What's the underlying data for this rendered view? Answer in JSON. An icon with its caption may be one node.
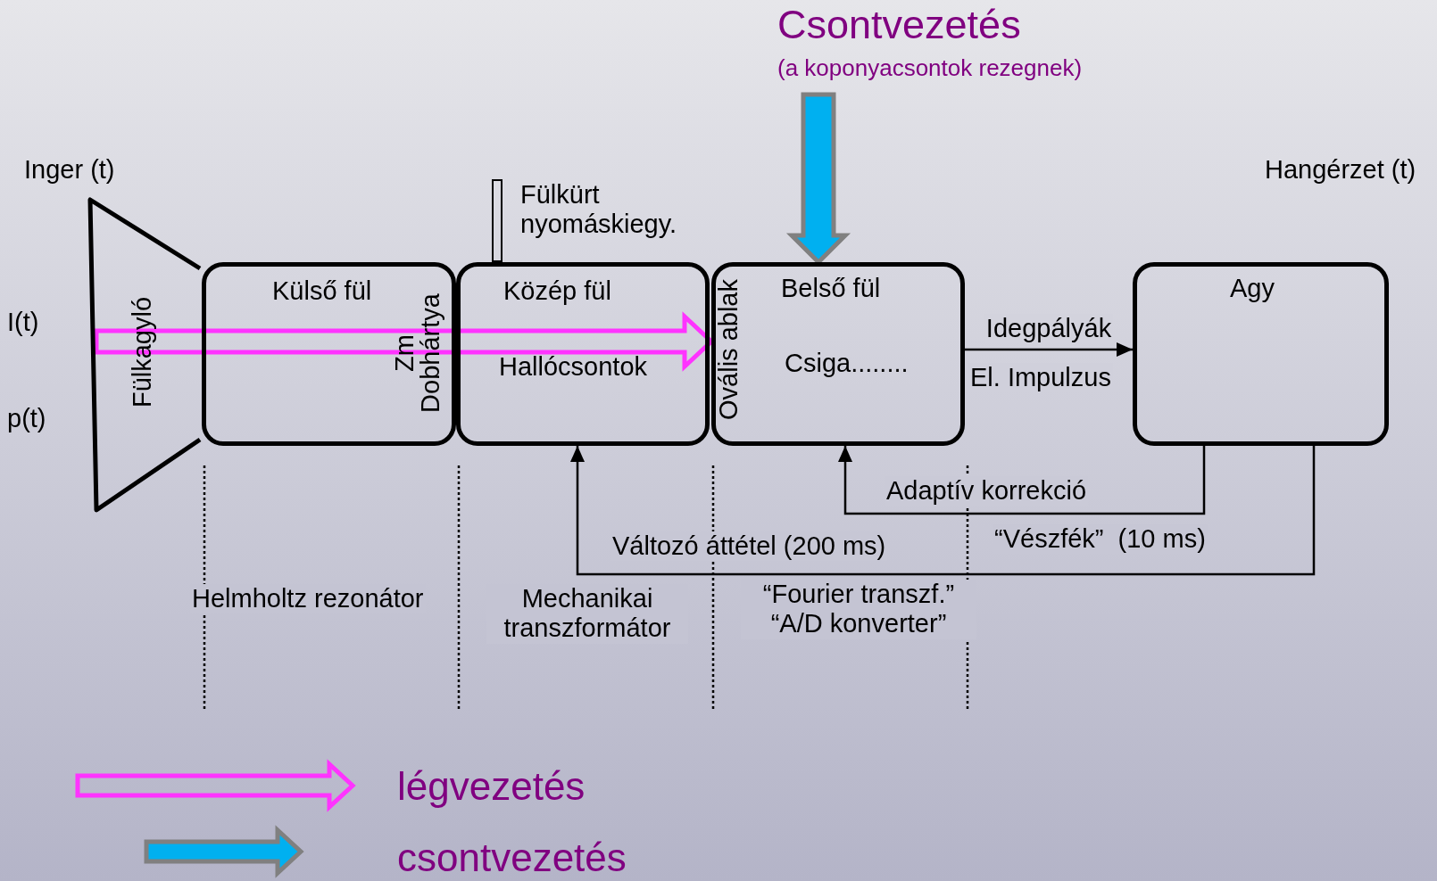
{
  "diagram": {
    "nodes": [
      {
        "text": [
          "Fülkagyló"
        ]
      },
      {
        "text": [
          "Külső fül"
        ]
      },
      {
        "text": [
          "Közép fül",
          "Hallócsontok"
        ]
      },
      {
        "text": [
          "Belső fül",
          "Csiga........"
        ]
      },
      {
        "text": [
          "Agy"
        ]
      },
      {
        "text": [
          "Csontvezetés",
          "(a koponyacsontok rezegnek)"
        ]
      },
      {
        "text": [],
        "shape": "bar"
      }
    ],
    "edges": [
      {
        "from": 0,
        "to": 3,
        "arrow": "to",
        "style": "thick",
        "color": "#ff33ff"
      },
      {
        "from": 5,
        "to": 3,
        "arrow": "to",
        "style": "thick",
        "color": "#00b0f0"
      },
      {
        "from": 3,
        "to": 4,
        "arrow": "to",
        "label": "Idegpályák"
      },
      {
        "from": 4,
        "to": 3,
        "arrow": "to",
        "label": "Adaptív korrekció"
      },
      {
        "from": 4,
        "to": 2,
        "arrow": "to",
        "label": "Változó áttétel (200 ms)"
      }
    ],
    "labels": [
      "Inger (t)",
      "Hangérzet (t)",
      "I(t)",
      "p(t)",
      "Zm Dobhártya",
      "Ovális ablak",
      "Fülkürt nyomáskiegy.",
      "El. Impulzus",
      "“Vészfék”  (10 ms)",
      "Helmholtz rezonátor",
      "Mechanikai transzformátor",
      "“Fourier transzf.” “A/D konverter”"
    ],
    "legend": [
      {
        "text": "légvezetés"
      },
      {
        "text": "csontvezetés"
      }
    ]
  }
}
